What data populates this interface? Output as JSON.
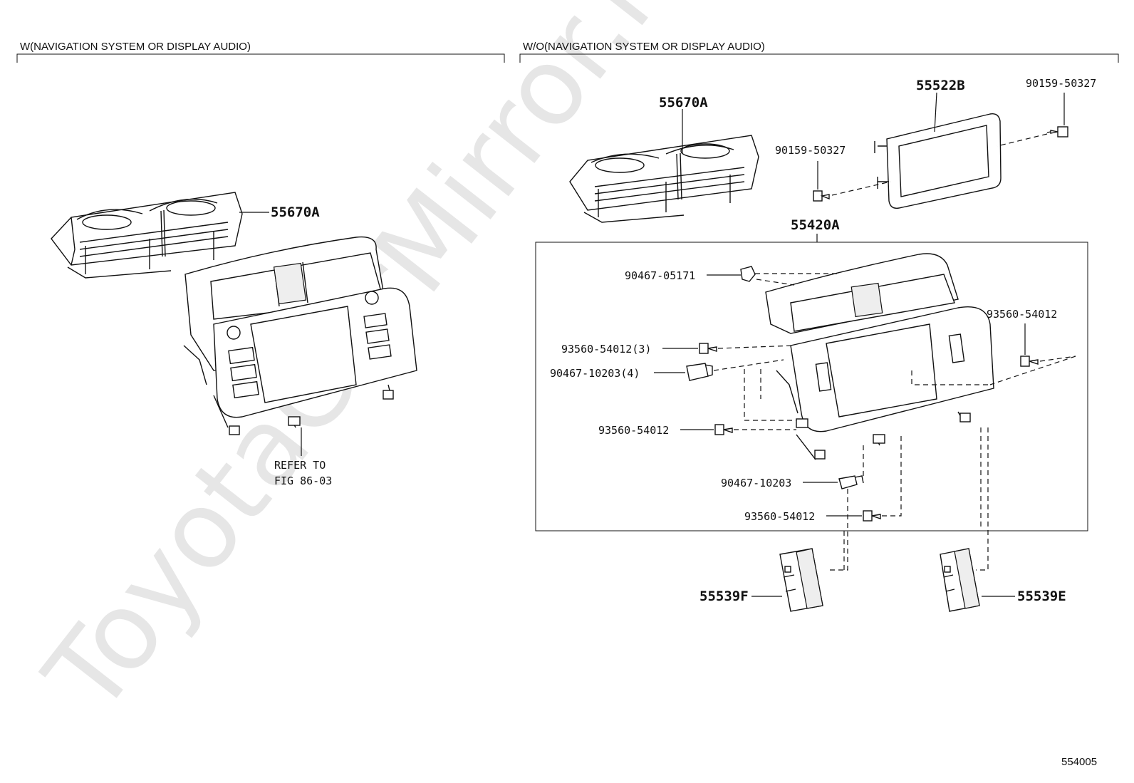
{
  "watermark": "ToyotaCarMirror.ru",
  "sections": {
    "left_header": "W(NAVIGATION SYSTEM OR DISPLAY AUDIO)",
    "right_header": "W/O(NAVIGATION SYSTEM OR DISPLAY AUDIO)"
  },
  "left": {
    "vent_label": "55670A",
    "refer_line1": "REFER TO",
    "refer_line2": "FIG 86-03"
  },
  "right": {
    "vent_label": "55670A",
    "bezel_label": "55522B",
    "screw_top_right": "90159-50327",
    "screw_mid": "90159-50327",
    "panel_label": "55420A",
    "clip_top": "90467-05171",
    "screw_3": "93560-54012(3)",
    "clip_4": "90467-10203(4)",
    "screw_left": "93560-54012",
    "screw_right": "93560-54012",
    "clip_bottom": "90467-10203",
    "screw_bottom": "93560-54012",
    "switch_left": "55539F",
    "switch_right": "55539E"
  },
  "figure_number": "554005"
}
